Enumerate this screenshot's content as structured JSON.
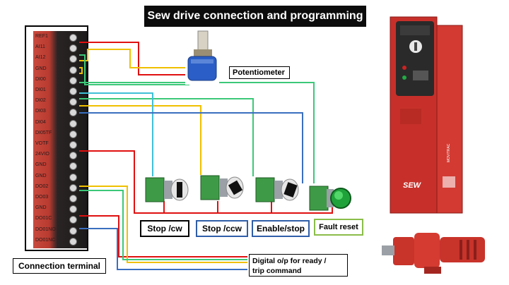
{
  "title": "Sew drive connection and programming",
  "terminals": [
    "REF1",
    "AI11",
    "AI12",
    "GND",
    "DI00",
    "DI01",
    "DI02",
    "DI03",
    "DI04",
    "DI05TF",
    "VOTF",
    "24VIO",
    "GND",
    "GND",
    "DO02",
    "DO03",
    "GND",
    "DO01C",
    "DO01NO",
    "DO01NC"
  ],
  "labels": {
    "potentiometer": "Potentiometer",
    "connection_terminal": "Connection terminal",
    "stop_cw": "Stop /cw",
    "stop_ccw": "Stop /ccw",
    "enable_stop": "Enable/stop",
    "fault_reset": "Fault reset",
    "digital_output_line1": "Digital o/p  for ready /",
    "digital_output_line2": "trip command"
  },
  "drive": {
    "brand": "SEW",
    "model": "MOVITRAC"
  },
  "colors": {
    "red_wire": "#e01010",
    "yellow_wire": "#f0c000",
    "green_wire": "#3cc878",
    "cyan_wire": "#40c0d8",
    "blue_wire": "#3a6fc0",
    "box_blue": "#2f5ea8",
    "box_green": "#8bbd4a",
    "drive_red": "#c7302a"
  }
}
